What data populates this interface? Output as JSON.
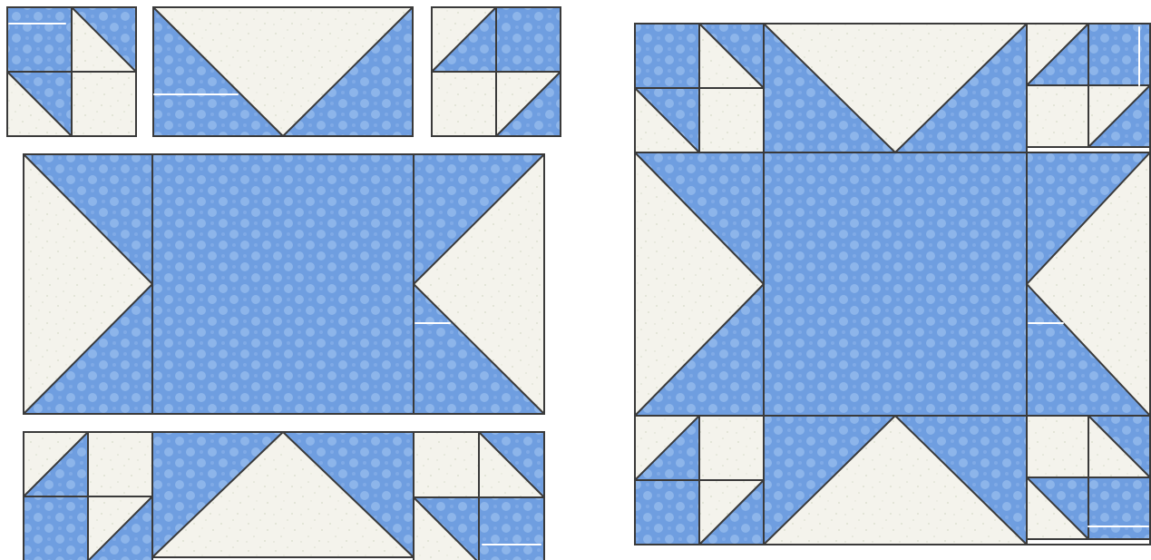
{
  "colors": {
    "blue": "#6f9ee0",
    "blue_dot": "#8db5ea",
    "cream": "#f4f3ec",
    "cream_speck": "#d8dccb",
    "seam": "#3a3a3a",
    "background": "#ffffff",
    "pressing_mark": "#ffffff"
  },
  "patterns": [
    "blue-dot-print",
    "cream-speckle-print"
  ],
  "diagram": {
    "left": "quilt-block-rows-exploded",
    "right": "quilt-block-assembled"
  }
}
